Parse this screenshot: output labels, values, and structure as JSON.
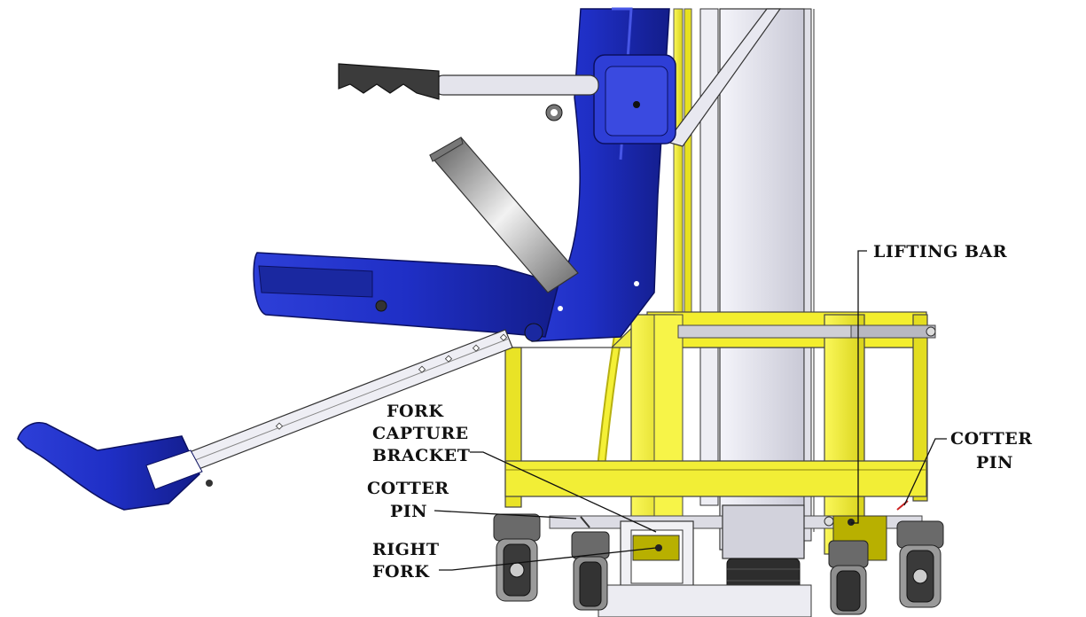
{
  "labels": {
    "lifting_bar": "LIFTING BAR",
    "cotter_pin_right_l1": "COTTER",
    "cotter_pin_right_l2": "PIN",
    "fork_capture_l1": "FORK",
    "fork_capture_l2": "CAPTURE",
    "fork_capture_l3": "BRACKET",
    "cotter_pin_left_l1": "COTTER",
    "cotter_pin_left_l2": "PIN",
    "right_fork_l1": "RIGHT",
    "right_fork_l2": "FORK"
  },
  "colors": {
    "blue": "#2233cc",
    "blue_dark": "#121a80",
    "yellow": "#f2ef2a",
    "yellow_dark": "#a8a210",
    "steel": "#d8d8e4",
    "grey": "#555555"
  }
}
